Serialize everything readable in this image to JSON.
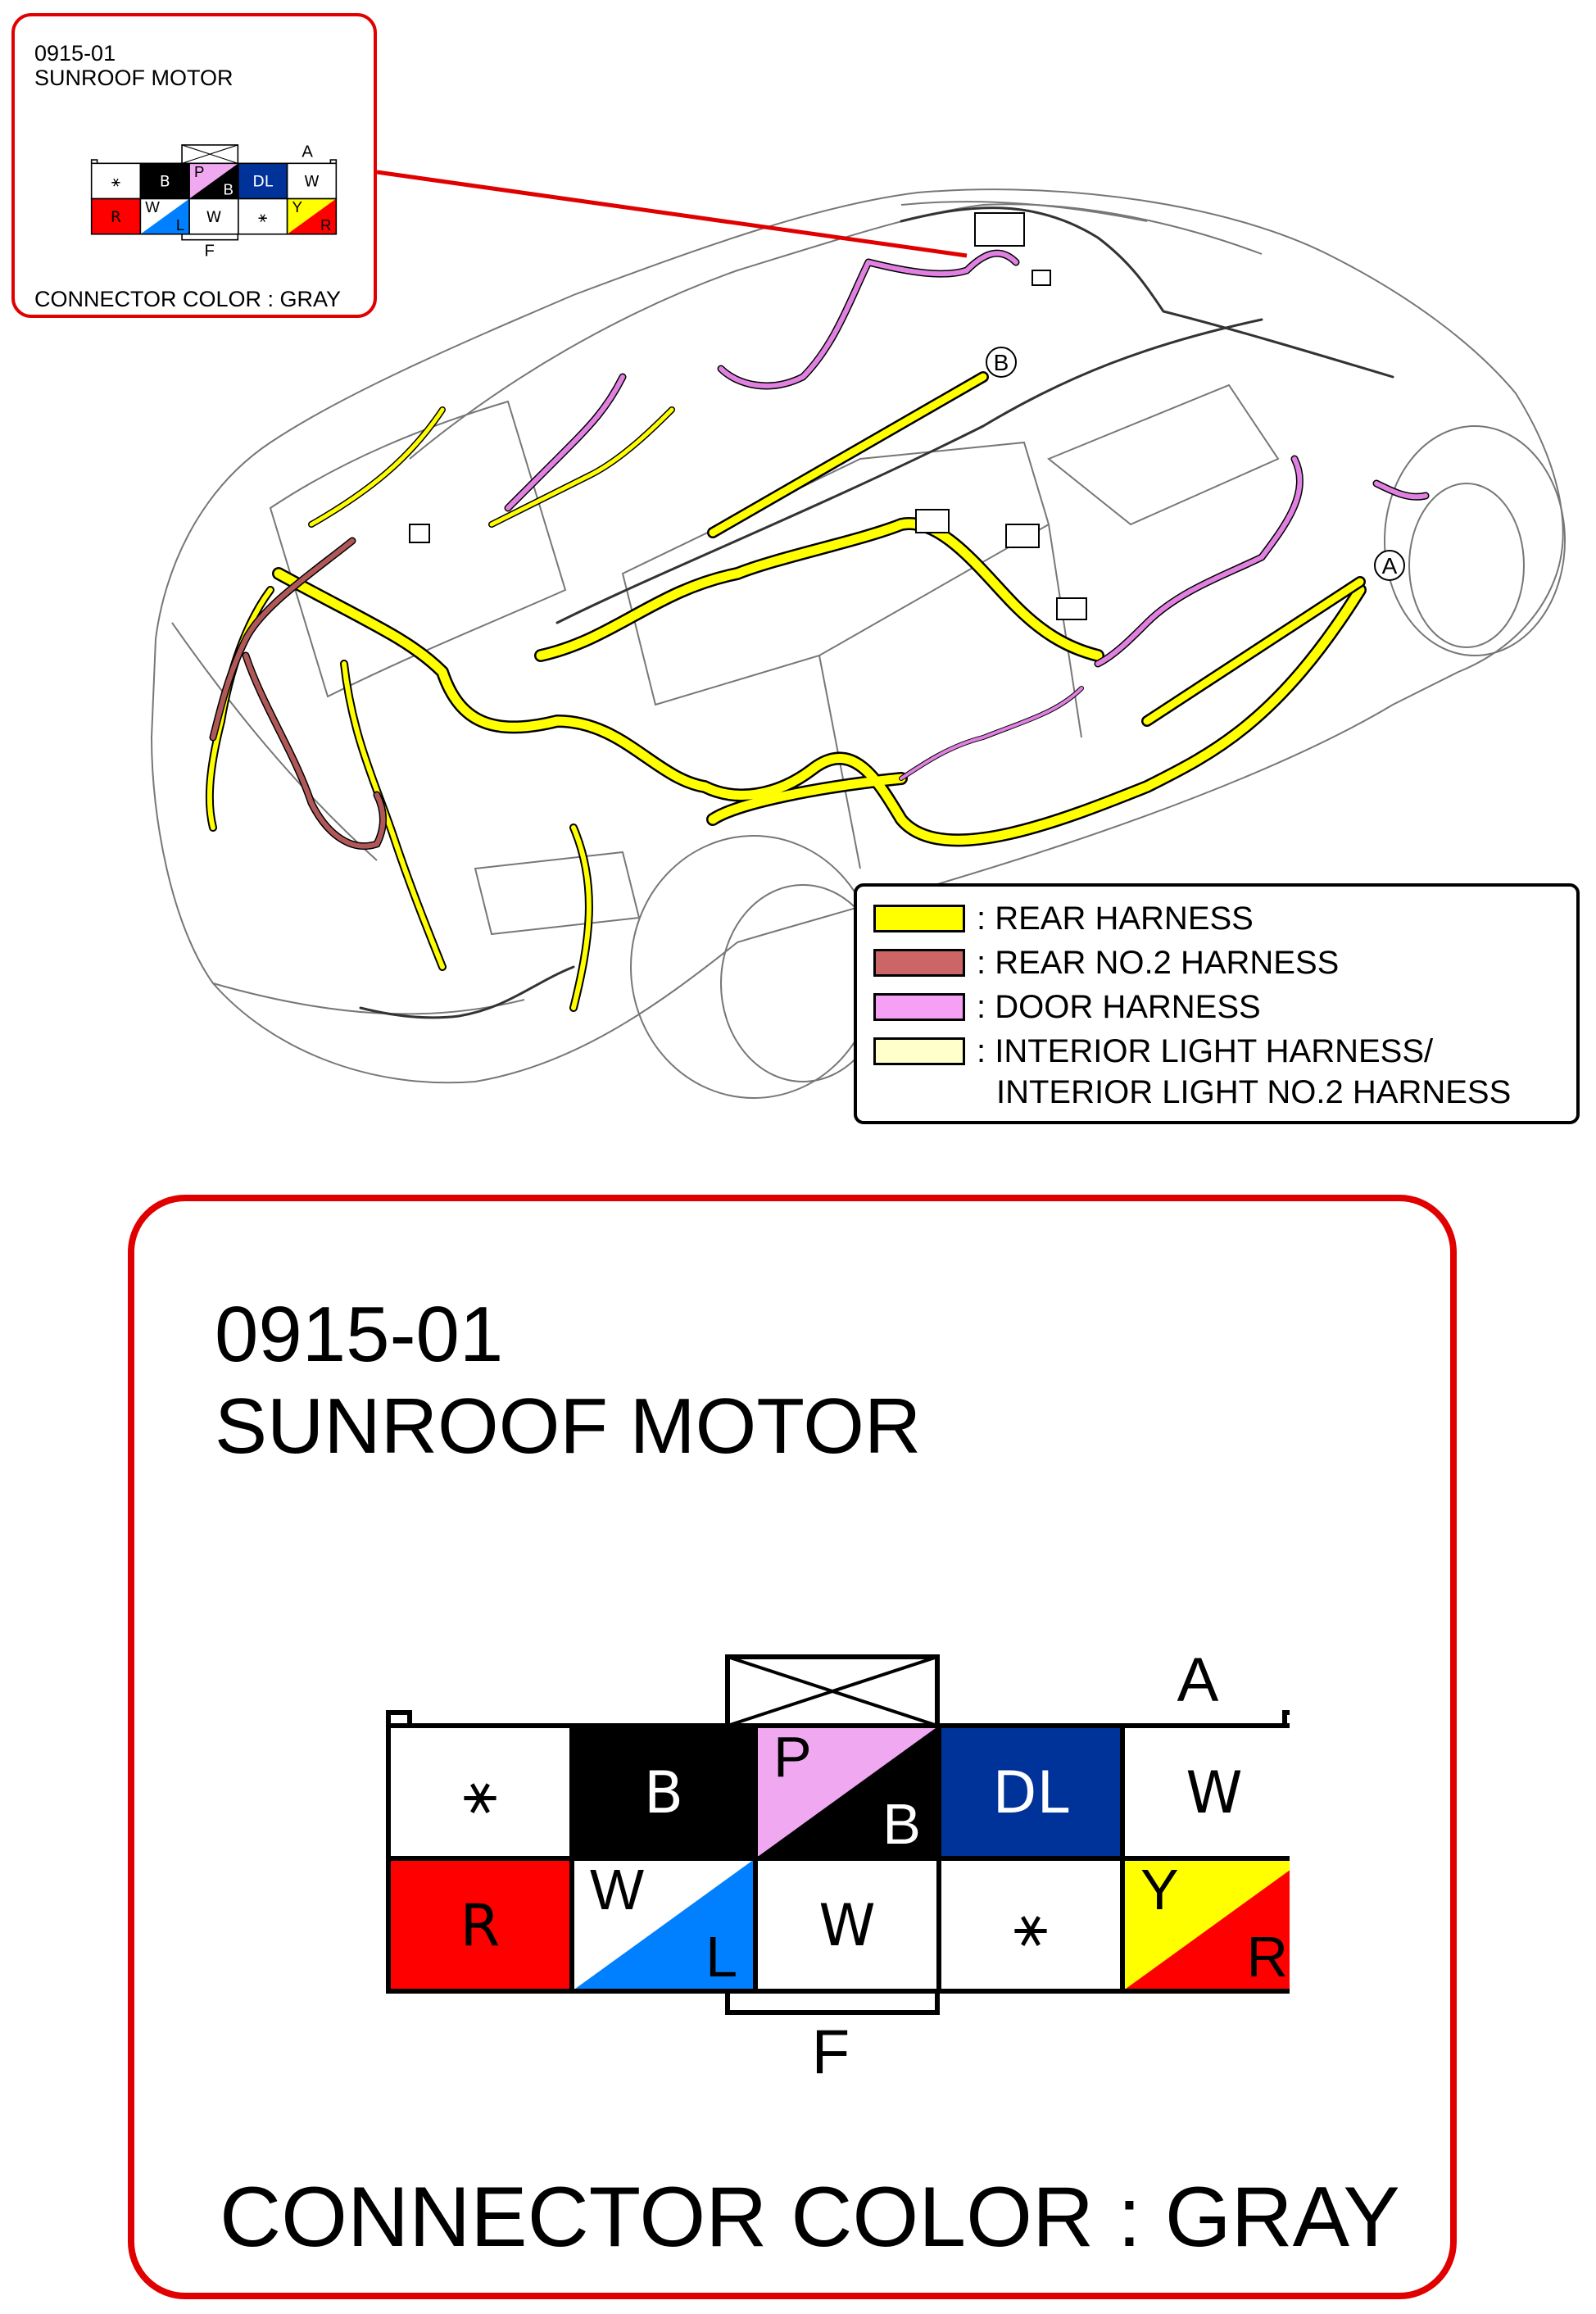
{
  "callout_small": {
    "code": "0915-01",
    "name": "SUNROOF MOTOR",
    "connector_color": "CONNECTOR COLOR : GRAY"
  },
  "callout_big": {
    "code": "0915-01",
    "name": "SUNROOF MOTOR",
    "connector_color": "CONNECTOR COLOR : GRAY"
  },
  "connector": {
    "label_top": "A",
    "label_bottom": "F",
    "top_row": [
      {
        "label": "⚹",
        "fill": "#ffffff",
        "text_color": "#000000"
      },
      {
        "label": "B",
        "fill": "#000000",
        "text_color": "#ffffff"
      },
      {
        "label": "P",
        "label2": "B",
        "fill": "#f0a8f0",
        "fill2": "#000000",
        "text_color": "#000000",
        "text_color2": "#ffffff"
      },
      {
        "label": "DL",
        "fill": "#003399",
        "text_color": "#ffffff"
      },
      {
        "label": "W",
        "fill": "#ffffff",
        "text_color": "#000000"
      }
    ],
    "bottom_row": [
      {
        "label": "R",
        "fill": "#ff0000",
        "text_color": "#000000"
      },
      {
        "label": "W",
        "label2": "L",
        "fill": "#ffffff",
        "fill2": "#0080ff",
        "text_color": "#000000",
        "text_color2": "#000000"
      },
      {
        "label": "W",
        "fill": "#ffffff",
        "text_color": "#000000"
      },
      {
        "label": "⚹",
        "fill": "#ffffff",
        "text_color": "#000000"
      },
      {
        "label": "Y",
        "label2": "R",
        "fill": "#ffff00",
        "fill2": "#ff0000",
        "text_color": "#000000",
        "text_color2": "#000000"
      }
    ]
  },
  "legend": [
    {
      "color": "#ffff00",
      "text": ": REAR HARNESS"
    },
    {
      "color": "#cc6666",
      "text": ": REAR NO.2 HARNESS"
    },
    {
      "color": "#f5a0f5",
      "text": ": DOOR HARNESS"
    },
    {
      "color": "#ffffcc",
      "text": ": INTERIOR LIGHT HARNESS/",
      "text2": "INTERIOR LIGHT NO.2 HARNESS"
    }
  ],
  "markers": {
    "b": "B",
    "a": "A"
  },
  "colors": {
    "callout_border": "#e00000",
    "rear": "#ffff00",
    "rear_no2": "#b05858",
    "door": "#e080e0",
    "interior": "#f0e8a0"
  }
}
